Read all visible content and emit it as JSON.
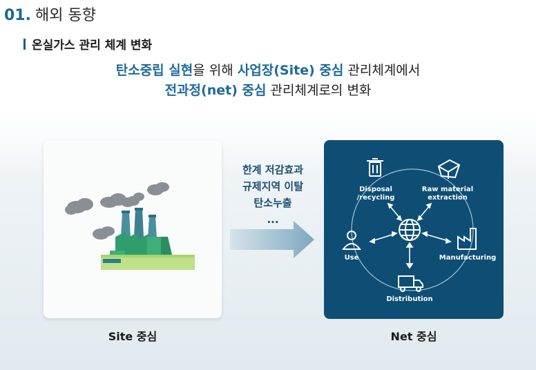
{
  "header": {
    "section_number": "01.",
    "section_title": "해외 동향",
    "subtitle": "온실가스 관리 체계 변화"
  },
  "headline": {
    "line1_hl1": "탄소중립 실현",
    "line1_t1": "을 위해 ",
    "line1_hl2": "사업장(Site) 중심",
    "line1_t2": " 관리체계에서",
    "line2_hl1": "전과정(net) 중심",
    "line2_t1": " 관리체계로의 변화"
  },
  "middle": {
    "lines": [
      "한계 저감효과",
      "규제지역 이탈",
      "탄소누출",
      "..."
    ]
  },
  "site": {
    "caption": "Site 중심"
  },
  "net": {
    "caption": "Net 중심",
    "nodes": {
      "disposal": "Disposal\n/recycling",
      "raw": "Raw material\nextraction",
      "use": "Use",
      "manufacturing": "Manufacturing",
      "distribution": "Distribution"
    }
  },
  "colors": {
    "accent": "#1d6a9a",
    "net_panel": "#0e4e75",
    "factory_green": "#2e9e6a",
    "factory_teal": "#3d8f9a"
  }
}
